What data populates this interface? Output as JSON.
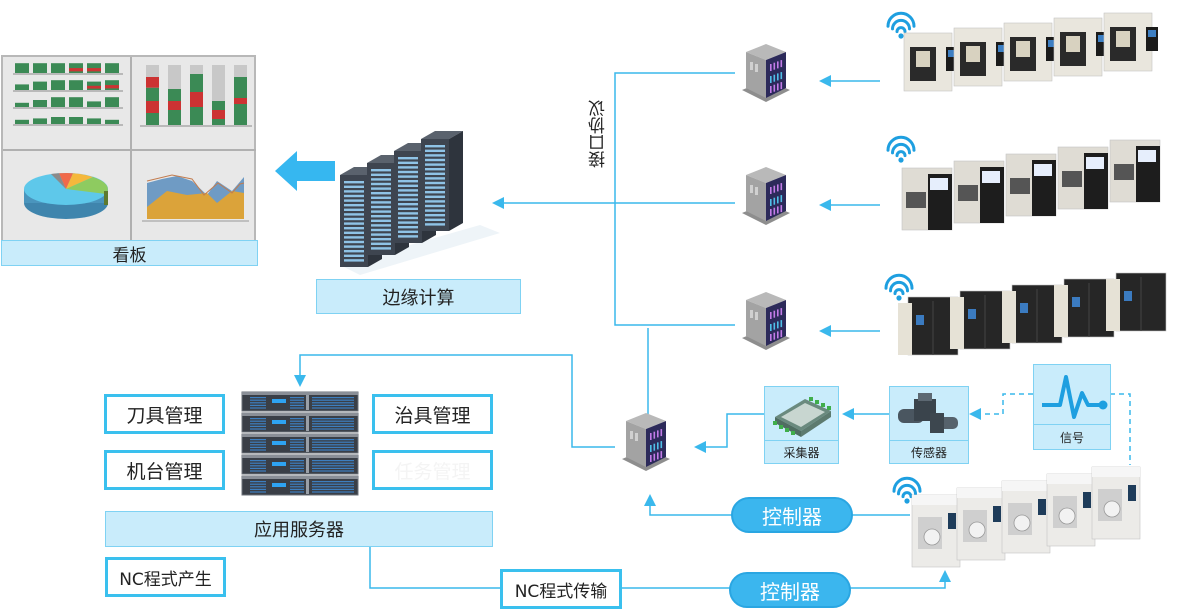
{
  "dashboard": {
    "label": "看板"
  },
  "edge": {
    "label": "边缘计算"
  },
  "protocol": {
    "label": "接口协议"
  },
  "app_server": {
    "label": "应用服务器",
    "modules": [
      {
        "label": "刀具管理"
      },
      {
        "label": "治具管理"
      },
      {
        "label": "机台管理"
      },
      {
        "label": "任务管理"
      }
    ]
  },
  "nc": {
    "generate_label": "NC程式产生",
    "transfer_label": "NC程式传输"
  },
  "controllers": [
    {
      "label": "控制器"
    },
    {
      "label": "控制器"
    }
  ],
  "devices": {
    "collector": "采集器",
    "sensor": "传感器",
    "signal": "信号"
  },
  "colors": {
    "line": "#3ab8ec",
    "accent_fill": "#c9ecfb",
    "pill": "#3bb6ee",
    "arrow": "#36b7f0"
  }
}
